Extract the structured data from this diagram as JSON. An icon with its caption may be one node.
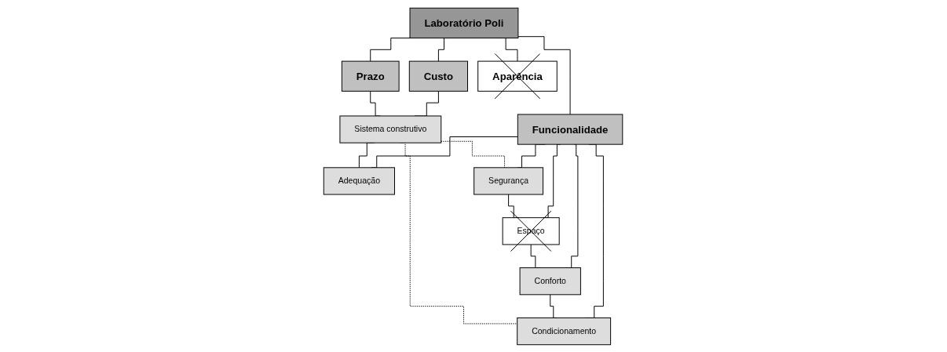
{
  "diagram": {
    "nodes": [
      {
        "text": [
          "Laboratório Poli"
        ]
      },
      {
        "text": [
          "Custo"
        ]
      },
      {
        "text": [
          "Prazo"
        ]
      },
      {
        "text": [
          "Funcionalidade"
        ]
      },
      {
        "text": [
          "Aparência"
        ]
      },
      {
        "text": [
          "Sistema construtivo"
        ]
      },
      {
        "text": [
          "Adequação"
        ]
      },
      {
        "text": [
          "Segurança"
        ]
      },
      {
        "text": [
          "Espaço"
        ]
      },
      {
        "text": [
          "Conforto"
        ]
      },
      {
        "text": [
          "Condicionamento"
        ]
      }
    ],
    "edges": [
      {
        "from": 0,
        "to": 1,
        "arrow": "none"
      },
      {
        "from": 0,
        "to": 2,
        "arrow": "none"
      },
      {
        "from": 0,
        "to": 3,
        "arrow": "none"
      },
      {
        "from": 0,
        "to": 4,
        "arrow": "none"
      },
      {
        "from": 1,
        "to": 5,
        "arrow": "none"
      },
      {
        "from": 2,
        "to": 5,
        "arrow": "none"
      },
      {
        "from": 3,
        "to": 6,
        "arrow": "none"
      },
      {
        "from": 3,
        "to": 7,
        "arrow": "none"
      },
      {
        "from": 3,
        "to": 8,
        "arrow": "none"
      },
      {
        "from": 3,
        "to": 9,
        "arrow": "none"
      },
      {
        "from": 3,
        "to": 10,
        "arrow": "none"
      },
      {
        "from": 5,
        "to": 6,
        "arrow": "none"
      },
      {
        "from": 7,
        "to": 8,
        "arrow": "none"
      },
      {
        "from": 8,
        "to": 9,
        "arrow": "none"
      },
      {
        "from": 9,
        "to": 10,
        "arrow": "none"
      },
      {
        "from": 5,
        "to": 7,
        "arrow": "none",
        "style": "dashed"
      },
      {
        "from": 5,
        "to": 10,
        "arrow": "none",
        "style": "dashed"
      }
    ]
  }
}
